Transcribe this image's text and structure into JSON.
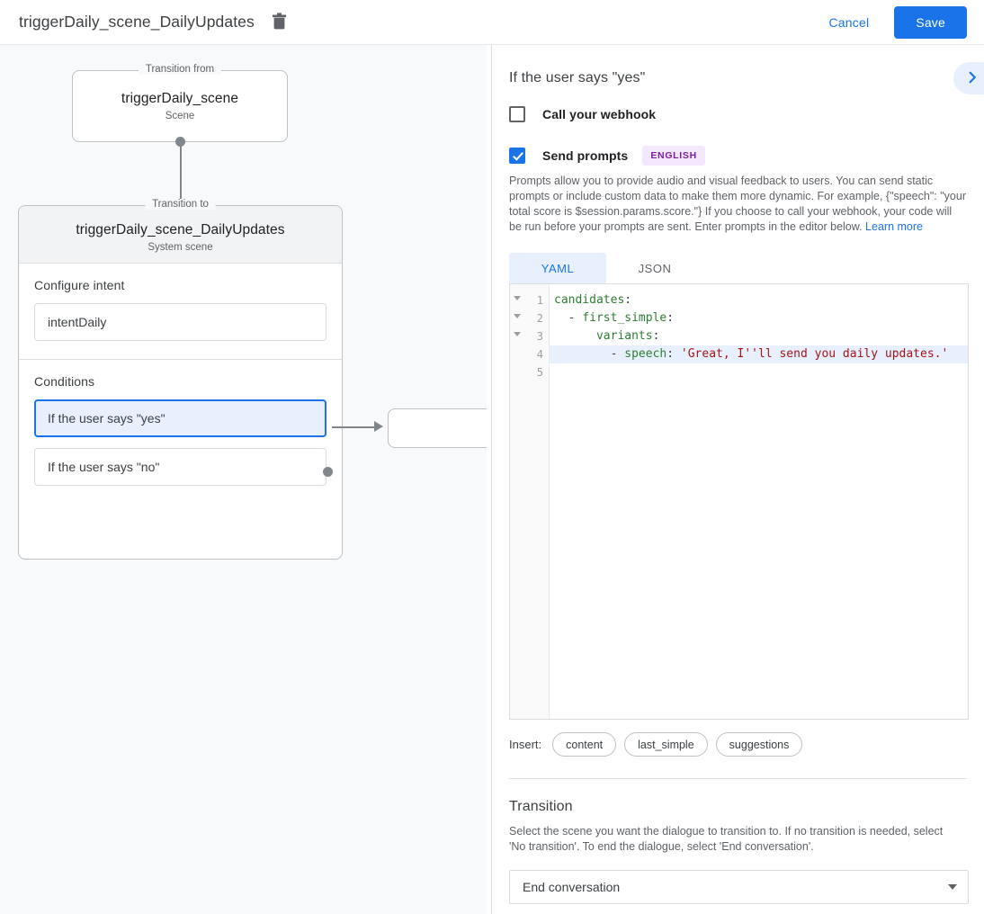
{
  "topbar": {
    "title": "triggerDaily_scene_DailyUpdates",
    "delete_icon": "trash-icon",
    "cancel_label": "Cancel",
    "save_label": "Save",
    "accent_color": "#1a73e8"
  },
  "canvas": {
    "transition_from": {
      "legend": "Transition from",
      "title": "triggerDaily_scene",
      "subtitle": "Scene"
    },
    "transition_to": {
      "legend": "Transition to",
      "title": "triggerDaily_scene_DailyUpdates",
      "subtitle": "System scene"
    },
    "configure_intent": {
      "label": "Configure intent",
      "value": "intentDaily"
    },
    "conditions": {
      "label": "Conditions",
      "items": [
        {
          "label": "If the user says \"yes\"",
          "selected": true
        },
        {
          "label": "If the user says \"no\"",
          "selected": false
        }
      ]
    }
  },
  "panel": {
    "heading": "If the user says \"yes\"",
    "collapse_icon": "chevron-right-icon",
    "webhook": {
      "label": "Call your webhook",
      "checked": false
    },
    "prompts": {
      "label": "Send prompts",
      "checked": true,
      "badge": "ENGLISH",
      "badge_color": "#7b1fa2",
      "description": "Prompts allow you to provide audio and visual feedback to users. You can send static prompts or include custom data to make them more dynamic. For example, {\"speech\": \"your total score is $session.params.score.\"} If you choose to call your webhook, your code will be run before your prompts are sent. Enter prompts in the editor below. ",
      "learn_more": "Learn more"
    },
    "editor": {
      "tabs": [
        {
          "label": "YAML",
          "active": true
        },
        {
          "label": "JSON",
          "active": false
        }
      ],
      "lines": [
        {
          "num": "1",
          "fold": true,
          "highlight": false,
          "tokens": [
            {
              "t": "candidates",
              "c": "key"
            },
            {
              "t": ":",
              "c": "punct"
            }
          ]
        },
        {
          "num": "2",
          "fold": true,
          "highlight": false,
          "tokens": [
            {
              "t": "  - ",
              "c": "plain"
            },
            {
              "t": "first_simple",
              "c": "key"
            },
            {
              "t": ":",
              "c": "punct"
            }
          ]
        },
        {
          "num": "3",
          "fold": true,
          "highlight": false,
          "tokens": [
            {
              "t": "      ",
              "c": "plain"
            },
            {
              "t": "variants",
              "c": "key"
            },
            {
              "t": ":",
              "c": "punct"
            }
          ]
        },
        {
          "num": "4",
          "fold": false,
          "highlight": true,
          "tokens": [
            {
              "t": "        - ",
              "c": "plain"
            },
            {
              "t": "speech",
              "c": "key"
            },
            {
              "t": ": ",
              "c": "punct"
            },
            {
              "t": "'Great, I''ll send you daily updates.'",
              "c": "str"
            }
          ]
        },
        {
          "num": "5",
          "fold": false,
          "highlight": false,
          "tokens": []
        }
      ]
    },
    "insert": {
      "label": "Insert:",
      "chips": [
        "content",
        "last_simple",
        "suggestions"
      ]
    },
    "transition": {
      "title": "Transition",
      "description": "Select the scene you want the dialogue to transition to. If no transition is needed, select 'No transition'. To end the dialogue, select 'End conversation'.",
      "selected": "End conversation",
      "dropdown_icon": "chevron-down-icon"
    }
  }
}
